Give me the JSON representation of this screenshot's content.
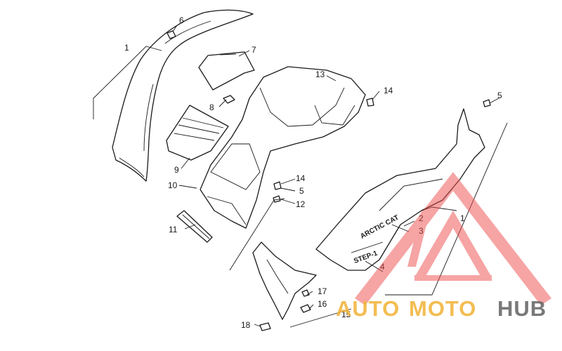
{
  "callouts": {
    "c1a": "1",
    "c1b": "1",
    "c2": "2",
    "c3": "3",
    "c4": "4",
    "c5a": "5",
    "c5b": "5",
    "c6": "6",
    "c7": "7",
    "c8": "8",
    "c9": "9",
    "c10": "10",
    "c11": "11",
    "c12": "12",
    "c13": "13",
    "c14a": "14",
    "c14b": "14",
    "c15": "15",
    "c16": "16",
    "c17": "17",
    "c18": "18"
  },
  "decals": {
    "brand": "ARCTIC CAT",
    "model": "STEP-1"
  },
  "watermark": {
    "word_a": "AUTO",
    "word_b": "MOTO",
    "word_c": "HUB",
    "colors": {
      "auto": "#f2b640",
      "moto": "#f2b640",
      "hub": "#6b6b6b",
      "logo": "#ee4b4b"
    }
  }
}
